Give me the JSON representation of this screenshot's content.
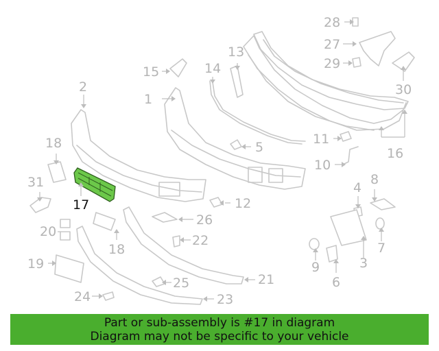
{
  "callouts": [
    {
      "id": "1",
      "label": "1"
    },
    {
      "id": "2",
      "label": "2"
    },
    {
      "id": "3",
      "label": "3"
    },
    {
      "id": "4",
      "label": "4"
    },
    {
      "id": "5",
      "label": "5"
    },
    {
      "id": "6",
      "label": "6"
    },
    {
      "id": "7",
      "label": "7"
    },
    {
      "id": "8",
      "label": "8"
    },
    {
      "id": "9",
      "label": "9"
    },
    {
      "id": "10",
      "label": "10"
    },
    {
      "id": "11",
      "label": "11"
    },
    {
      "id": "12",
      "label": "12"
    },
    {
      "id": "13",
      "label": "13"
    },
    {
      "id": "14",
      "label": "14"
    },
    {
      "id": "15",
      "label": "15"
    },
    {
      "id": "16",
      "label": "16"
    },
    {
      "id": "17",
      "label": "17"
    },
    {
      "id": "18a",
      "label": "18"
    },
    {
      "id": "18b",
      "label": "18"
    },
    {
      "id": "19",
      "label": "19"
    },
    {
      "id": "20",
      "label": "20"
    },
    {
      "id": "21",
      "label": "21"
    },
    {
      "id": "22",
      "label": "22"
    },
    {
      "id": "23",
      "label": "23"
    },
    {
      "id": "24",
      "label": "24"
    },
    {
      "id": "25",
      "label": "25"
    },
    {
      "id": "26",
      "label": "26"
    },
    {
      "id": "27",
      "label": "27"
    },
    {
      "id": "28",
      "label": "28"
    },
    {
      "id": "29",
      "label": "29"
    },
    {
      "id": "30",
      "label": "30"
    },
    {
      "id": "31",
      "label": "31"
    }
  ],
  "highlighted_part": "17",
  "banner": {
    "line1": "Part or sub-assembly is #17 in diagram",
    "line2": "Diagram may not be specific to your vehicle"
  },
  "colors": {
    "highlight": "#6cc84a",
    "banner": "#4aae2e",
    "part_outline": "#c8c8c8",
    "callout_text": "#b4b4b4"
  }
}
